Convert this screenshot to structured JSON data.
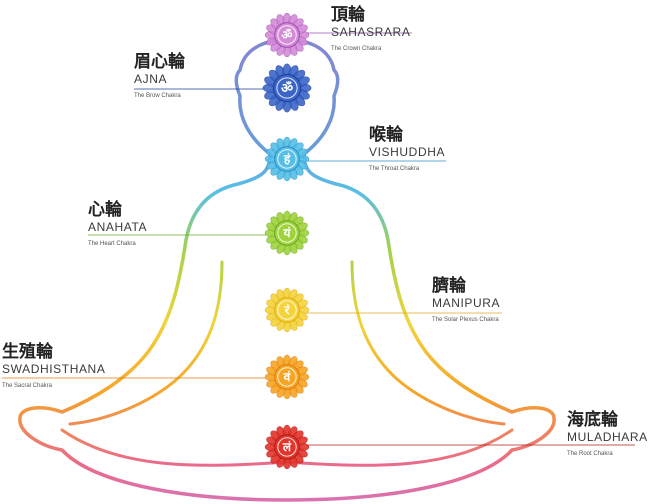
{
  "chakras": [
    {
      "id": "sahasrara",
      "cjk": "頂輪",
      "sanskrit": "SAHASRARA",
      "english": "The Crown Chakra",
      "color": "#d58ad8",
      "dark": "#9b4fb0",
      "symbol": "ॐ"
    },
    {
      "id": "ajna",
      "cjk": "眉心輪",
      "sanskrit": "AJNA",
      "english": "The Brow Chakra",
      "color": "#3b66c8",
      "dark": "#1d3f9a",
      "symbol": "ॐ"
    },
    {
      "id": "vishuddha",
      "cjk": "喉輪",
      "sanskrit": "VISHUDDHA",
      "english": "The Throat Chakra",
      "color": "#55bfe7",
      "dark": "#2b8fc6",
      "symbol": "हं"
    },
    {
      "id": "anahata",
      "cjk": "心輪",
      "sanskrit": "ANAHATA",
      "english": "The Heart Chakra",
      "color": "#9fd23b",
      "dark": "#6aa824",
      "symbol": "यं"
    },
    {
      "id": "manipura",
      "cjk": "臍輪",
      "sanskrit": "MANIPURA",
      "english": "The Solar Plexus Chakra",
      "color": "#f5d33a",
      "dark": "#e0a91b",
      "symbol": "रं"
    },
    {
      "id": "swadhisthana",
      "cjk": "生殖輪",
      "sanskrit": "SWADHISTHANA",
      "english": "The Sacral Chakra",
      "color": "#f6a623",
      "dark": "#e07a12",
      "symbol": "वं"
    },
    {
      "id": "muladhara",
      "cjk": "海底輪",
      "sanskrit": "MULADHARA",
      "english": "The Root Chakra",
      "color": "#e2342b",
      "dark": "#b31c17",
      "symbol": "लं"
    }
  ]
}
